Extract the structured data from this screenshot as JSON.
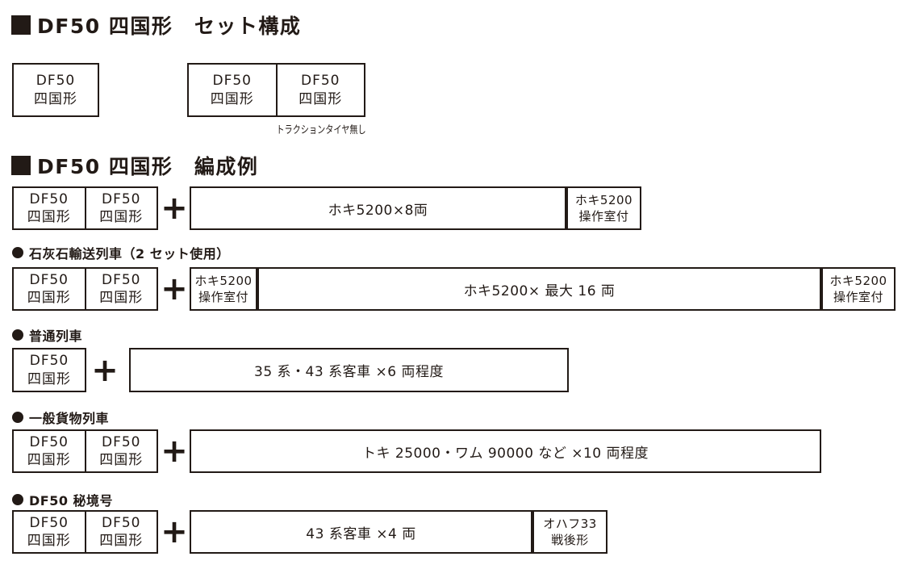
{
  "colors": {
    "ink": "#221a16",
    "background": "#ffffff"
  },
  "set_section": {
    "title": "DF50 四国形　セット構成",
    "single_box": {
      "line1": "DF50",
      "line2": "四国形"
    },
    "pair_box": {
      "cell1": {
        "line1": "DF50",
        "line2": "四国形"
      },
      "cell2": {
        "line1": "DF50",
        "line2": "四国形"
      },
      "note": "トラクションタイヤ無し"
    }
  },
  "examples_section": {
    "title": "DF50 四国形　編成例",
    "plus": "+",
    "rows": [
      {
        "label": "",
        "locos": {
          "cell1": {
            "line1": "DF50",
            "line2": "四国形"
          },
          "cell2": {
            "line1": "DF50",
            "line2": "四国形"
          }
        },
        "cars": {
          "main": "ホキ5200×8両",
          "tail": {
            "line1": "ホキ5200",
            "line2": "操作室付"
          }
        }
      },
      {
        "label": "石灰石輸送列車（2 セット使用）",
        "locos": {
          "cell1": {
            "line1": "DF50",
            "line2": "四国形"
          },
          "cell2": {
            "line1": "DF50",
            "line2": "四国形"
          }
        },
        "cars": {
          "head": {
            "line1": "ホキ5200",
            "line2": "操作室付"
          },
          "main": "ホキ5200× 最大 16 両",
          "tail": {
            "line1": "ホキ5200",
            "line2": "操作室付"
          }
        }
      },
      {
        "label": "普通列車",
        "locos": {
          "cell1": {
            "line1": "DF50",
            "line2": "四国形"
          }
        },
        "cars": {
          "main": "35 系・43 系客車 ×6 両程度"
        }
      },
      {
        "label": "一般貨物列車",
        "locos": {
          "cell1": {
            "line1": "DF50",
            "line2": "四国形"
          },
          "cell2": {
            "line1": "DF50",
            "line2": "四国形"
          }
        },
        "cars": {
          "main": "トキ 25000・ワム 90000 など ×10 両程度"
        }
      },
      {
        "label": "DF50 秘境号",
        "locos": {
          "cell1": {
            "line1": "DF50",
            "line2": "四国形"
          },
          "cell2": {
            "line1": "DF50",
            "line2": "四国形"
          }
        },
        "cars": {
          "main": "43 系客車 ×4 両",
          "tail": {
            "line1": "オハフ33",
            "line2": "戦後形"
          }
        }
      }
    ]
  }
}
